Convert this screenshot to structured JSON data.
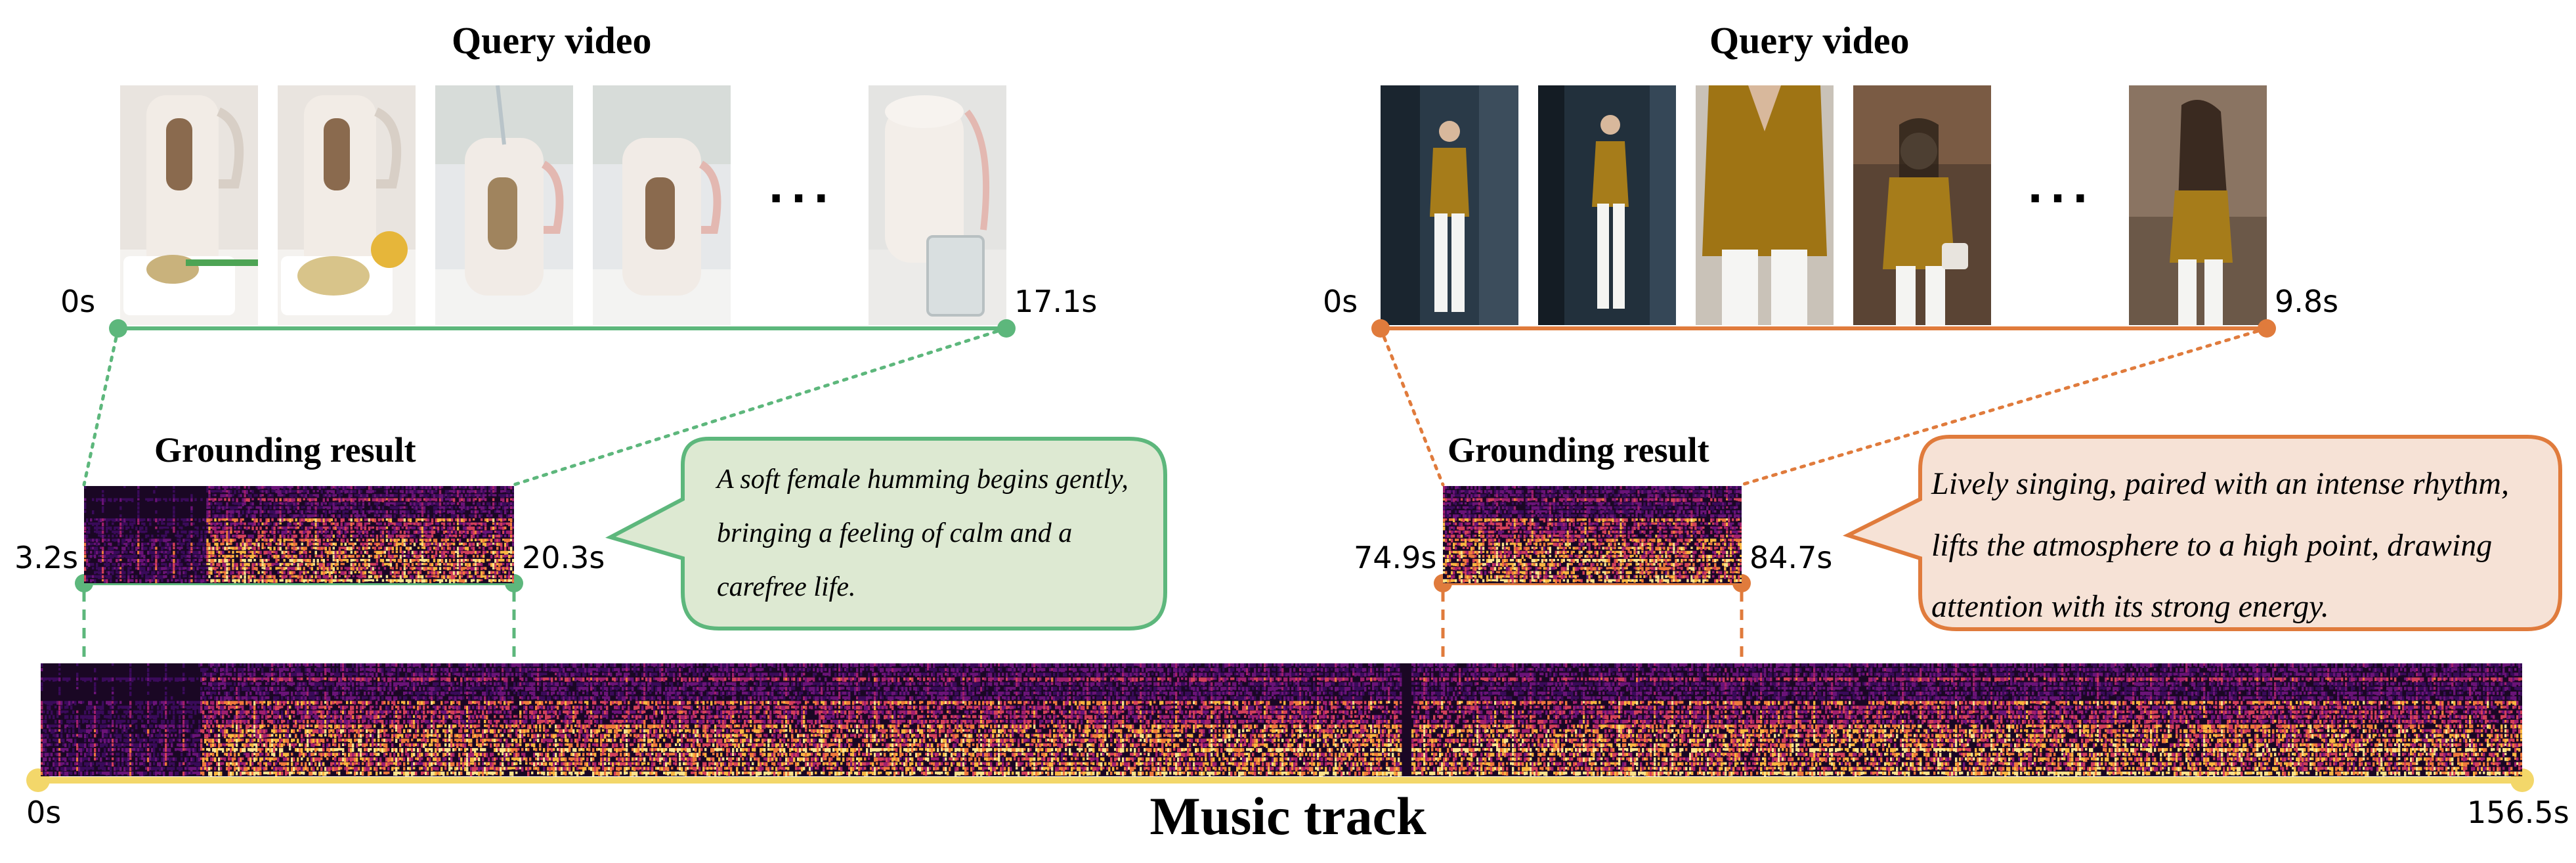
{
  "left": {
    "query_title": "Query video",
    "start_label": "0s",
    "end_label": "17.1s",
    "ellipsis": "...",
    "grounding_title": "Grounding result",
    "seg_start": "3.2s",
    "seg_end": "20.3s",
    "caption": "A soft female humming begins gently, bringing a feeling of calm and a carefree life.",
    "color": "#5db77c",
    "bubble_fill": "#dde9d2"
  },
  "right": {
    "query_title": "Query video",
    "start_label": "0s",
    "end_label": "9.8s",
    "ellipsis": "...",
    "grounding_title": "Grounding result",
    "seg_start": "74.9s",
    "seg_end": "84.7s",
    "caption": "Lively singing, paired with an intense rhythm, lifts the atmosphere to a high point, drawing attention with its strong energy.",
    "color": "#e07b3c",
    "bubble_fill": "#f6e2d6"
  },
  "track": {
    "title": "Music track",
    "start": "0s",
    "end": "156.5s",
    "color": "#f3d76a"
  }
}
